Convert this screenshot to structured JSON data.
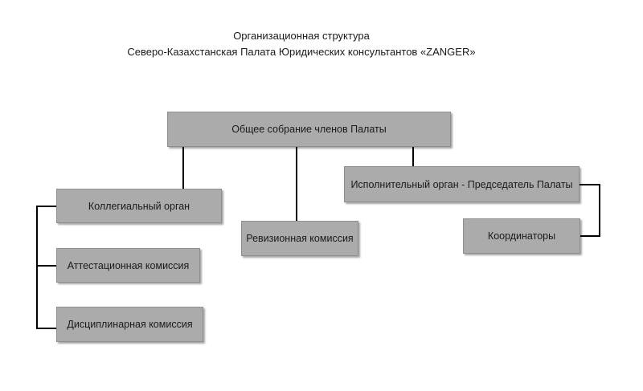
{
  "header": {
    "title_line1": "Организационная структура",
    "title_line2": "Северо-Казахстанская Палата Юридических консультантов «ZANGER»"
  },
  "nodes": {
    "general_meeting": "Общее собрание членов Палаты",
    "collegial_body": "Коллегиальный орган",
    "revision_commission": "Ревизионная комиссия",
    "executive_body": "Исполнительный орган - Председатель Палаты",
    "coordinators": "Координаторы",
    "attestation_commission": "Аттестационная комиссия",
    "disciplinary_commission": "Дисциплинарная комиссия"
  },
  "colors": {
    "box_fill": "#ababab",
    "box_border": "#8e8e8e",
    "connector": "#000000"
  }
}
